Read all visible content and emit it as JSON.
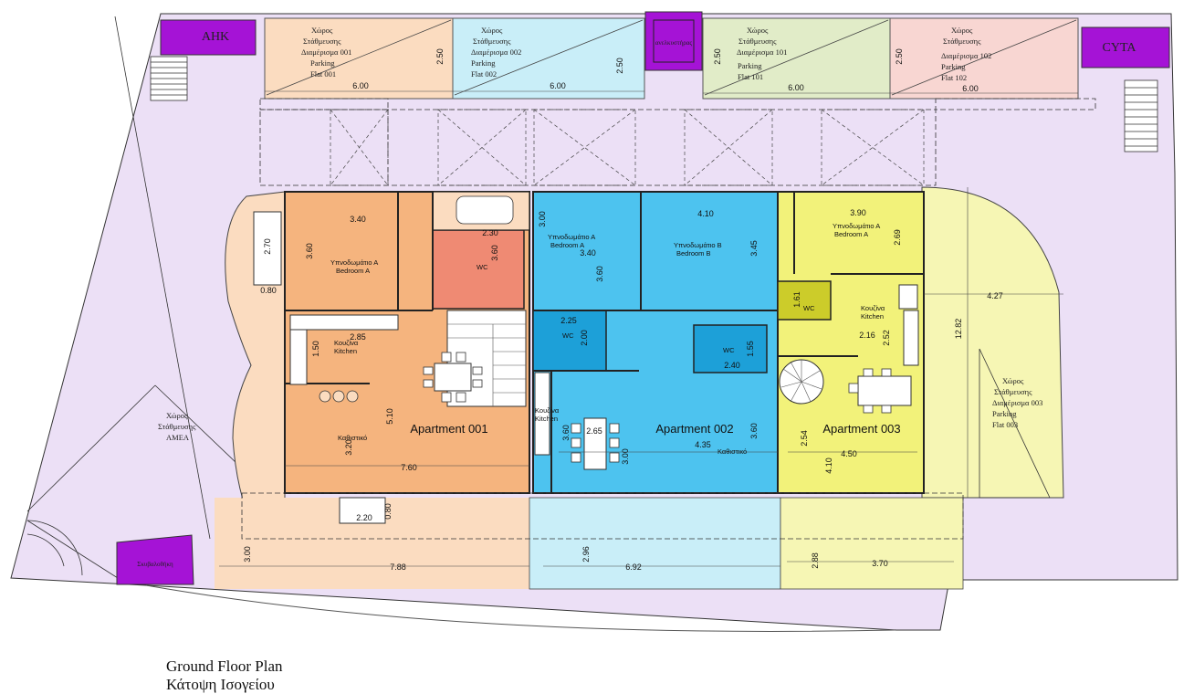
{
  "plan": {
    "title": "Ground Floor Plan",
    "subtitle": "Κάτοψη Ισογείου",
    "colors": {
      "site": "#ece0f6",
      "apt001": "#f5b47e",
      "apt001_light": "#fbdcc0",
      "apt002": "#4dc3ef",
      "apt002_light": "#c9eef8",
      "apt003": "#f2f27a",
      "apt003_light": "#f6f6b4",
      "wc_red": "#ef8a73",
      "wc_olive": "#cccc2a",
      "parking101": "#e1ecc8",
      "parking102": "#f8d6d2",
      "utility": "#a513d6"
    }
  },
  "utilities": {
    "ahk": "ΑΗΚ",
    "cyta": "CYTA",
    "lift": "ανελκυστήρας",
    "bins": "Σκυβαλοθήκη"
  },
  "parking": {
    "p001": {
      "l1": "Χώρος",
      "l2": "Στάθμευσης",
      "l3": "Διαμέρισμα 001",
      "l4": "Parking",
      "l5": "Flat  001"
    },
    "p002": {
      "l1": "Χώρος",
      "l2": "Στάθμευσης",
      "l3": "Διαμέρισμα 002",
      "l4": "Parking",
      "l5": "Flat  002"
    },
    "p101": {
      "l1": "Χώρος",
      "l2": "Στάθμευσης",
      "l3": "Διαμέρισμα 101",
      "l4": "Parking",
      "l5": "Flat  101"
    },
    "p102": {
      "l1": "Χώρος",
      "l2": "Στάθμευσης",
      "l3": "Διαμέρισμα 102",
      "l4": "Parking",
      "l5": "Flat  102"
    },
    "p003": {
      "l1": "Χώρος",
      "l2": "Στάθμευσης",
      "l3": "Διαμέρισμα 003",
      "l4": "Parking",
      "l5": "Flat  003"
    },
    "amea": {
      "l1": "Χώρος",
      "l2": "Στάθμευσης",
      "l3": "ΑΜΕΑ"
    }
  },
  "apartments": {
    "a001": "Apartment 001",
    "a002": "Apartment 002",
    "a003": "Apartment 003"
  },
  "rooms": {
    "bedA_gr": "Υπνοδωμάτιο Α",
    "bedA_en": "Bedroom A",
    "bedB_gr": "Υπνοδωμάτιο Β",
    "bedB_en": "Bedroom B",
    "wc": "WC",
    "kitchen_gr": "Κουζίνα",
    "kitchen_en": "Kitchen",
    "living": "Καθιστικό"
  },
  "dimensions": {
    "d600a": "6.00",
    "d600b": "6.00",
    "d600c": "6.00",
    "d600d": "6.00",
    "d250a": "2.50",
    "d250b": "2.50",
    "d250c": "2.50",
    "d250d": "2.50",
    "d340a": "3.40",
    "d360a": "3.60",
    "d270": "2.70",
    "d080a": "0.80",
    "d230": "2.30",
    "d360b": "3.60",
    "d285": "2.85",
    "d150": "1.50",
    "d510": "5.10",
    "d320": "3.20",
    "d760": "7.60",
    "d220": "2.20",
    "d080b": "0.80",
    "d300a": "3.00",
    "d788": "7.88",
    "d300b": "3.00",
    "d340b": "3.40",
    "d360c": "3.60",
    "d225": "2.25",
    "d200": "2.00",
    "d265": "2.65",
    "d360d": "3.60",
    "d300c": "3.00",
    "d296": "2.96",
    "d692": "6.92",
    "d410a": "4.10",
    "d345": "3.45",
    "d155": "1.55",
    "d240": "2.40",
    "d435": "4.35",
    "d360e": "3.60",
    "d390": "3.90",
    "d269": "2.69",
    "d161": "1.61",
    "d216": "2.16",
    "d252": "2.52",
    "d254": "2.54",
    "d450": "4.50",
    "d410b": "4.10",
    "d288": "2.88",
    "d370": "3.70",
    "d427": "4.27",
    "d1282": "12.82"
  }
}
